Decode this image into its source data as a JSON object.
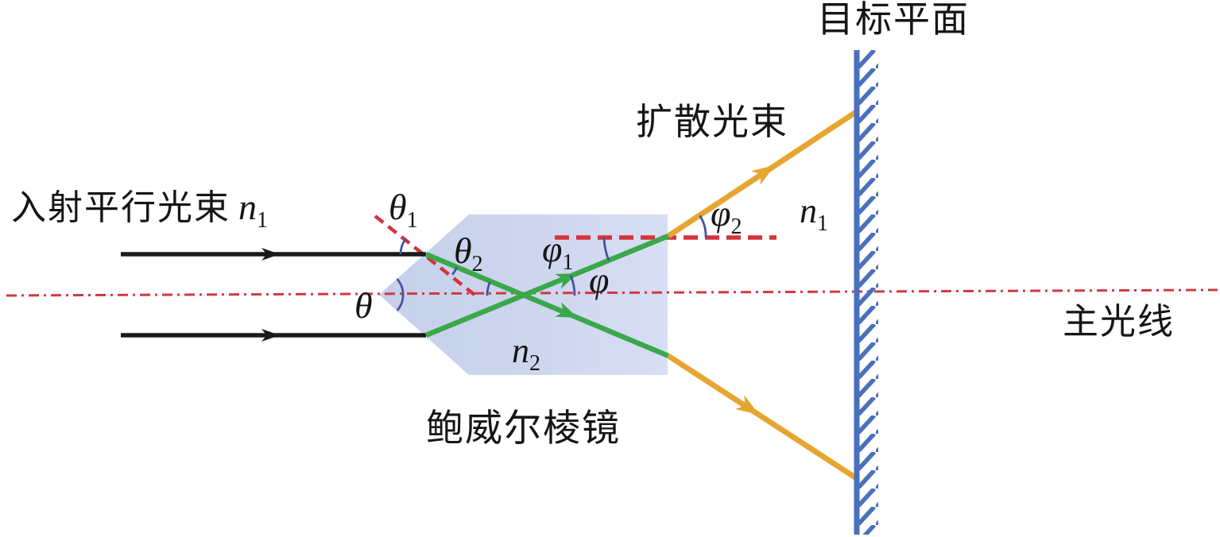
{
  "figure": {
    "type": "optics-schematic",
    "labels": {
      "incident": {
        "cn": "入射平行光束",
        "sym": "n",
        "sub": "1"
      },
      "diffused": "扩散光束",
      "powell_prism": "鲍威尔棱镜",
      "target_plane": "目标平面",
      "principal_ray": "主光线",
      "medium_outer": {
        "sym": "n",
        "sub": "1"
      },
      "medium_prism": {
        "sym": "n",
        "sub": "2"
      }
    },
    "angles": {
      "theta1": {
        "sym": "θ",
        "sub": "1"
      },
      "theta2": {
        "sym": "θ",
        "sub": "2"
      },
      "theta": {
        "sym": "θ"
      },
      "phi1": {
        "sym": "φ",
        "sub": "1"
      },
      "phi2": {
        "sym": "φ",
        "sub": "2"
      },
      "phi": {
        "sym": "φ"
      }
    },
    "colors": {
      "incident_ray": "#1a1a1a",
      "refracted_ray": "#3aa84b",
      "diffused_ray": "#e6a62e",
      "principal_axis": "#cf3a42",
      "normal_dashed": "#d4333d",
      "angle_arc": "#44549e",
      "prism_fill": "#ccd5ee",
      "target_wall": "#4a70bd",
      "text": "#151515"
    }
  }
}
